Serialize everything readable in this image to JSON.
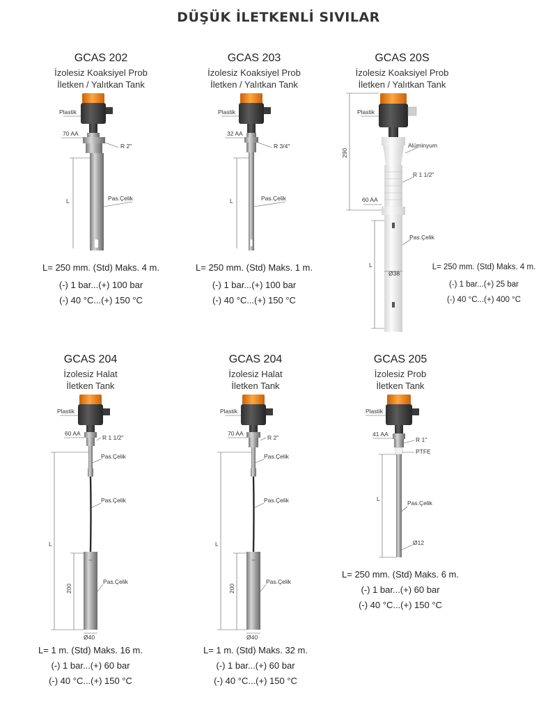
{
  "page_title": "DÜŞÜK İLETKENLİ SIVILAR",
  "products": [
    {
      "model": "GCAS 202",
      "desc1": "İzolesiz Koaksiyel Prob",
      "desc2": "İletken / Yalıtkan Tank",
      "labels": {
        "housing": "Plastik",
        "wrench": "70 AA",
        "thread": "R 2\"",
        "length": "L",
        "material": "Pas.Çelik"
      },
      "spec_length": "L= 250 mm. (Std) Maks. 4 m.",
      "spec_pressure": "(-) 1 bar...(+) 100 bar",
      "spec_temp": "(-) 40 °C...(+) 150 °C"
    },
    {
      "model": "GCAS 203",
      "desc1": "İzolesiz Koaksiyel Prob",
      "desc2": "İletken / Yalıtkan Tank",
      "labels": {
        "housing": "Plastik",
        "wrench": "32 AA",
        "thread": "R 3/4\"",
        "length": "L",
        "material": "Pas.Çelik"
      },
      "spec_length": "L= 250 mm. (Std) Maks. 1 m.",
      "spec_pressure": "(-) 1 bar...(+) 100 bar",
      "spec_temp": "(-) 40 °C...(+) 150 °C"
    },
    {
      "model": "GCAS 20S",
      "desc1": "İzolesiz Koaksiyel Prob",
      "desc2": "İletken / Yalıtkan Tank",
      "labels": {
        "housing": "Plastik",
        "height": "290",
        "aluminium": "Alüminyum",
        "thread": "R 1 1/2\"",
        "wrench": "60 AA",
        "material": "Pas.Çelik",
        "length": "L",
        "diameter": "Ø38"
      },
      "spec_length": "L= 250 mm. (Std) Maks. 4 m.",
      "spec_pressure": "(-) 1 bar...(+) 25 bar",
      "spec_temp": "(-) 40 °C...(+) 400 °C"
    },
    {
      "model": "GCAS 204",
      "desc1": "İzolesiz Halat",
      "desc2": "İletken Tank",
      "labels": {
        "housing": "Plastik",
        "wrench": "60 AA",
        "thread": "R 1 1/2\"",
        "material_top": "Pas.Çelik",
        "material_rope": "Pas.Çelik",
        "length": "L",
        "weight_height": "200",
        "material_weight": "Pas.Çelik",
        "diameter": "Ø40"
      },
      "spec_length": "L= 1 m. (Std) Maks. 16 m.",
      "spec_pressure": "(-) 1 bar...(+) 60 bar",
      "spec_temp": "(-) 40 °C...(+) 150 °C"
    },
    {
      "model": "GCAS 204",
      "desc1": "İzolesiz Halat",
      "desc2": "İletken Tank",
      "labels": {
        "housing": "Plastik",
        "wrench": "70 AA",
        "thread": "R 2\"",
        "material_top": "Pas.Çelik",
        "material_rope": "Pas.Çelik",
        "length": "L",
        "weight_height": "200",
        "material_weight": "Pas.Çelik",
        "diameter": "Ø40"
      },
      "spec_length": "L= 1 m. (Std) Maks. 32 m.",
      "spec_pressure": "(-) 1 bar...(+) 60 bar",
      "spec_temp": "(-) 40 °C...(+) 150 °C"
    },
    {
      "model": "GCAS 205",
      "desc1": "İzolesiz Prob",
      "desc2": "İletken Tank",
      "labels": {
        "housing": "Plastik",
        "wrench": "41 AA",
        "thread": "R 1\"",
        "ptfe": "PTFE",
        "length": "L",
        "material": "Pas.Çelik",
        "diameter": "Ø12"
      },
      "spec_length": "L= 250 mm. (Std) Maks. 6 m.",
      "spec_pressure": "(-) 1 bar...(+) 60 bar",
      "spec_temp": "(-) 40 °C...(+) 150 °C"
    }
  ]
}
